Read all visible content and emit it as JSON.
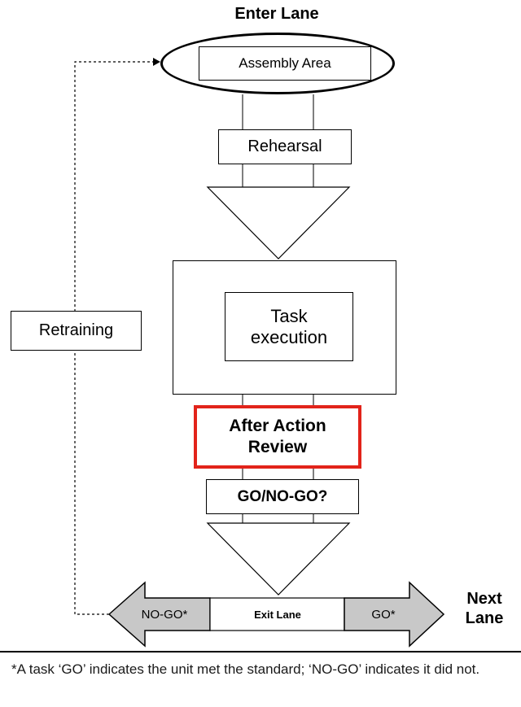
{
  "diagram": {
    "enter_lane": "Enter Lane",
    "assembly_area": "Assembly Area",
    "rehearsal": "Rehearsal",
    "task_execution": "Task\nexecution",
    "after_action_review": "After Action\nReview",
    "go_no_go": "GO/NO-GO?",
    "retraining": "Retraining",
    "exit_lane": "Exit Lane",
    "no_go": "NO-GO*",
    "go": "GO*",
    "next_lane": "Next\nLane"
  },
  "colors": {
    "review_border": "#e2231a",
    "arrow_fill": "#c8c8c8",
    "connector": "#7f7f7f"
  },
  "footnote": "*A task ‘GO’ indicates the unit met the standard; ‘NO-GO’ indicates it did not."
}
